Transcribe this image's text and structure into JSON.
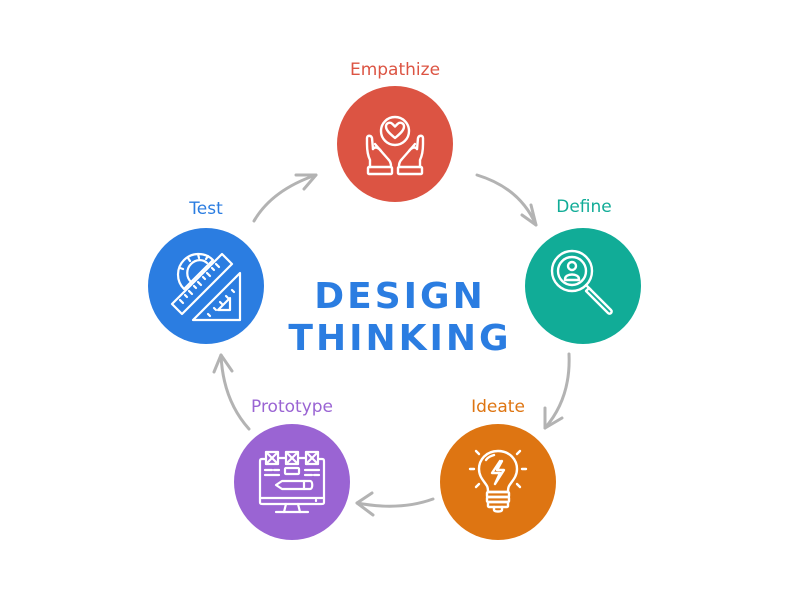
{
  "diagram": {
    "title_line1": "DESIGN",
    "title_line2": "THINKING",
    "title_color": "#2b7de1",
    "arrow_color": "#b3b3b3",
    "steps": [
      {
        "label": "Empathize",
        "color": "#dc5443",
        "icon": "hands-heart-icon"
      },
      {
        "label": "Define",
        "color": "#11ac97",
        "icon": "magnifier-person-icon"
      },
      {
        "label": "Ideate",
        "color": "#de7512",
        "icon": "lightbulb-icon"
      },
      {
        "label": "Prototype",
        "color": "#9a64d3",
        "icon": "monitor-wireframe-icon"
      },
      {
        "label": "Test",
        "color": "#2b7de1",
        "icon": "ruler-protractor-icon"
      }
    ],
    "flow": [
      "Empathize",
      "Define",
      "Ideate",
      "Prototype",
      "Test",
      "Empathize"
    ]
  }
}
